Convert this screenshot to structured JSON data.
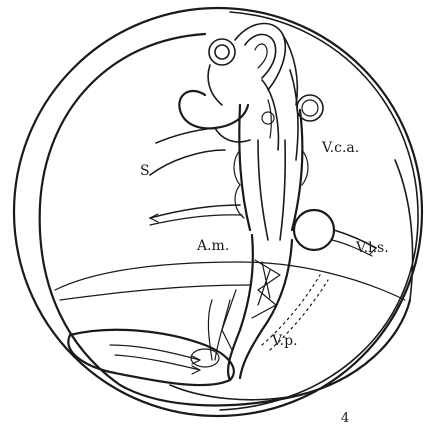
{
  "labels": {
    "s": "S",
    "vca": "V.c.a.",
    "am": "A.m.",
    "vls": "V.l.s.",
    "vp": "V.p."
  },
  "figure_number": "4",
  "colors": {
    "ink": "#1a1a1a",
    "paper": "#ffffff"
  }
}
